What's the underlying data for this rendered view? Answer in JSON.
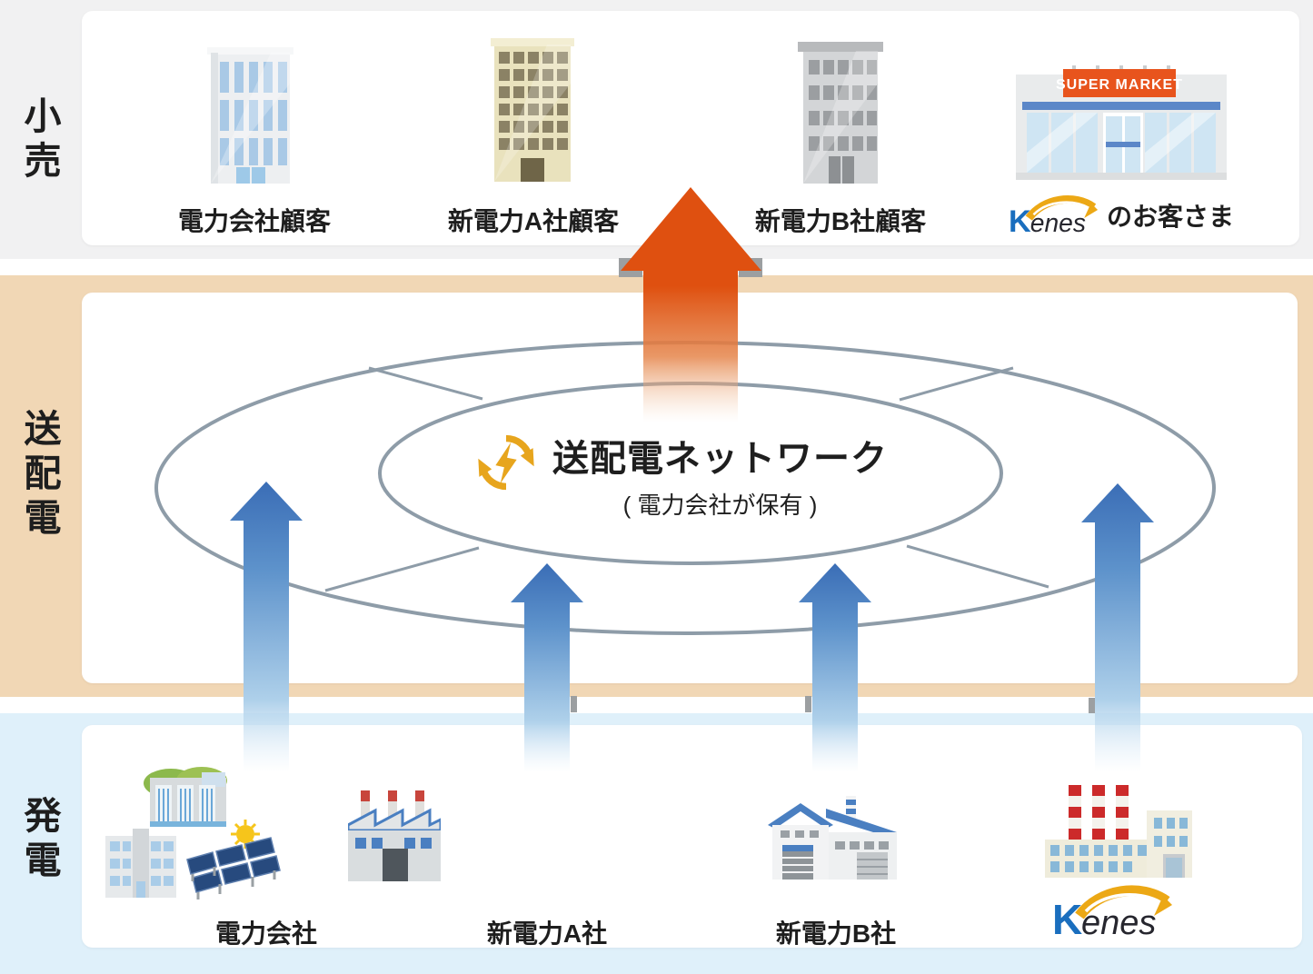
{
  "bands": {
    "retail": {
      "label": "小売"
    },
    "transmission": {
      "label": "送配電"
    },
    "generation": {
      "label": "発電"
    }
  },
  "retail": {
    "supermarket_sign": "SUPER MARKET",
    "customers": [
      {
        "label": "電力会社顧客"
      },
      {
        "label": "新電力A社顧客"
      },
      {
        "label": "新電力B社顧客"
      }
    ],
    "kenes_customer_suffix": "のお客さま"
  },
  "network": {
    "title": "送配電ネットワーク",
    "subtitle": "( 電力会社が保有 )"
  },
  "generation": {
    "companies": [
      {
        "label": "電力会社"
      },
      {
        "label": "新電力A社"
      },
      {
        "label": "新電力B社"
      }
    ]
  },
  "logo": {
    "k": "K",
    "rest": "enes"
  },
  "colors": {
    "retail_band": "#f1f1f2",
    "transmission_band": "#f1d7b5",
    "generation_band": "#dff0fa",
    "ellipse_stroke": "#8e9ca8",
    "arrow_orange": "#df5010",
    "arrow_blue": "#3a6db6",
    "network_icon_gold": "#e7a51d",
    "supermarket_sign_orange": "#e8541d",
    "supermarket_stripe_blue": "#5b87c8",
    "kenes_blue": "#1a6ebe",
    "kenes_gold": "#eca815",
    "label_text": "#1e1e1e"
  }
}
